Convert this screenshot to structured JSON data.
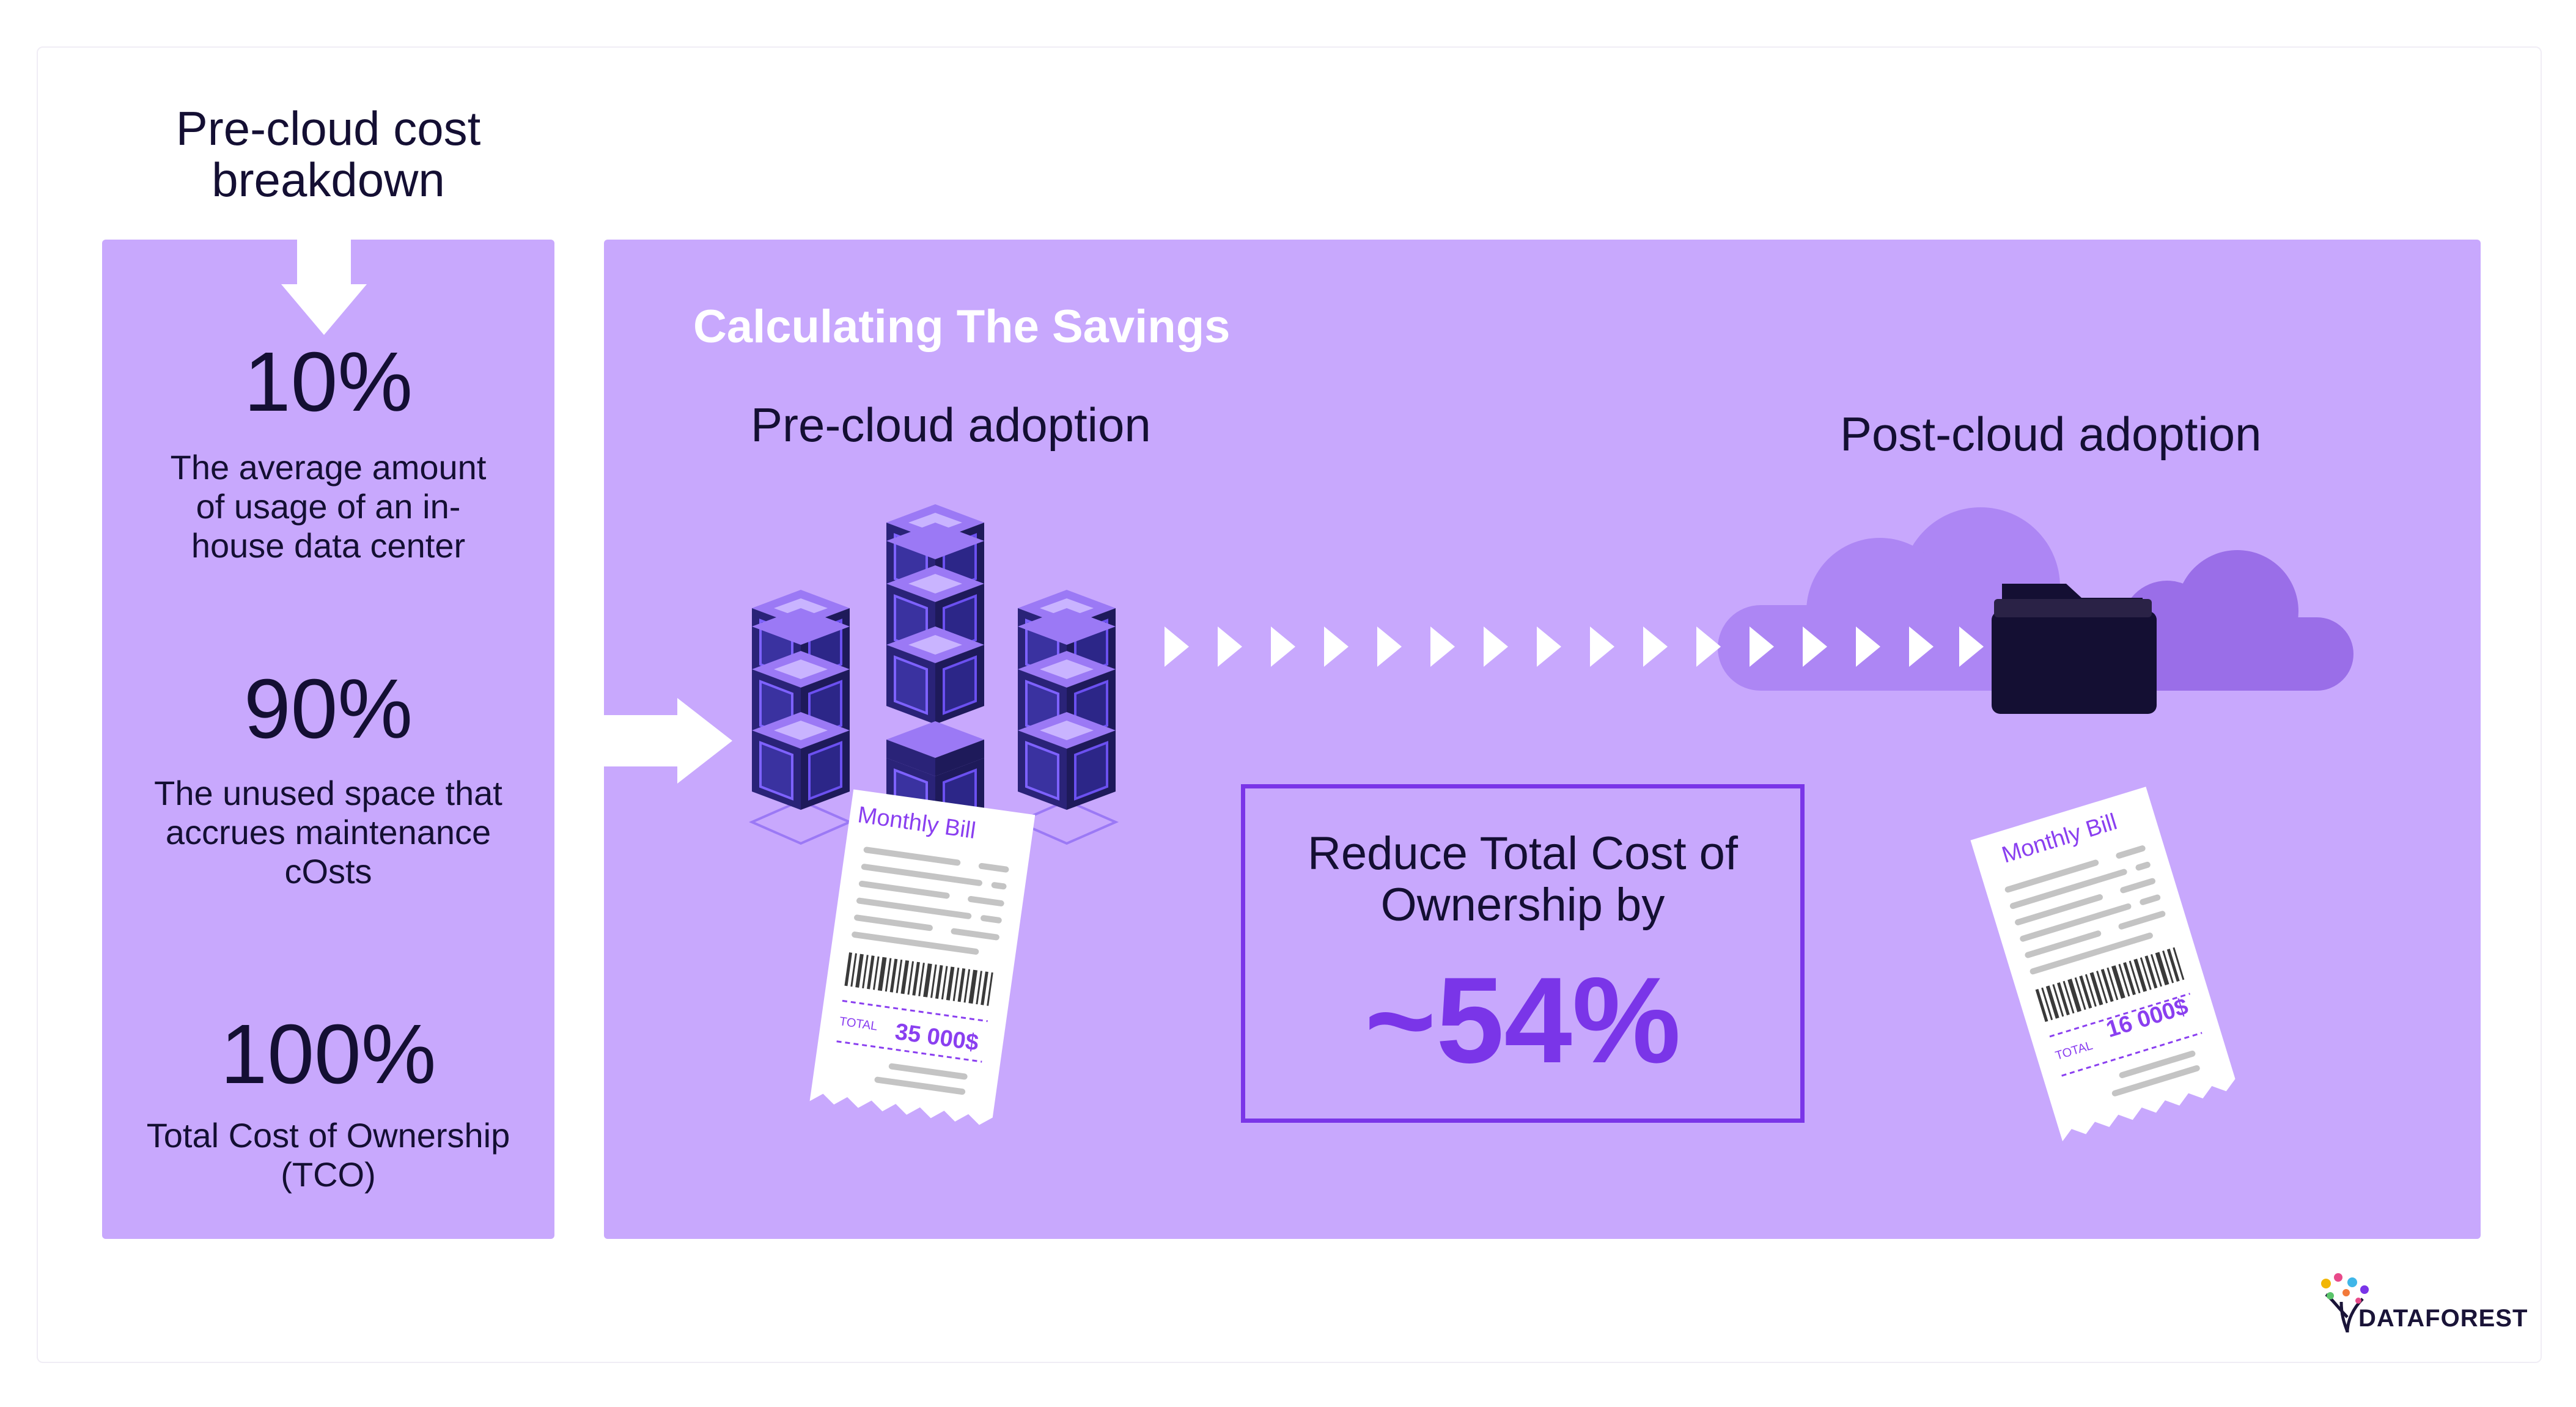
{
  "sidebar": {
    "title": "Pre-cloud cost breakdown",
    "stats": [
      {
        "value": "10%",
        "label": "The average amount of usage of an in-house data center"
      },
      {
        "value": "90%",
        "label": "The unused space that accrues maintenance cOsts"
      },
      {
        "value": "100%",
        "label": "Total Cost of Ownership (TCO)"
      }
    ]
  },
  "main": {
    "section_title": "Calculating The Savings",
    "pre_title": "Pre-cloud adoption",
    "post_title": "Post-cloud adoption",
    "reduce_text": "Reduce Total Cost of Ownership by",
    "reduce_value": "~54%"
  },
  "receipts": {
    "pre": {
      "title": "Monthly Bill",
      "total_label": "TOTAL",
      "total_value": "35 000$"
    },
    "post": {
      "title": "Monthly Bill",
      "total_label": "TOTAL",
      "total_value": "16 000$"
    }
  },
  "logo": {
    "text": "DATAFOREST"
  },
  "colors": {
    "panel": "#c8a8fd",
    "accent": "#7a35e8",
    "text": "#140f33",
    "white": "#ffffff"
  }
}
